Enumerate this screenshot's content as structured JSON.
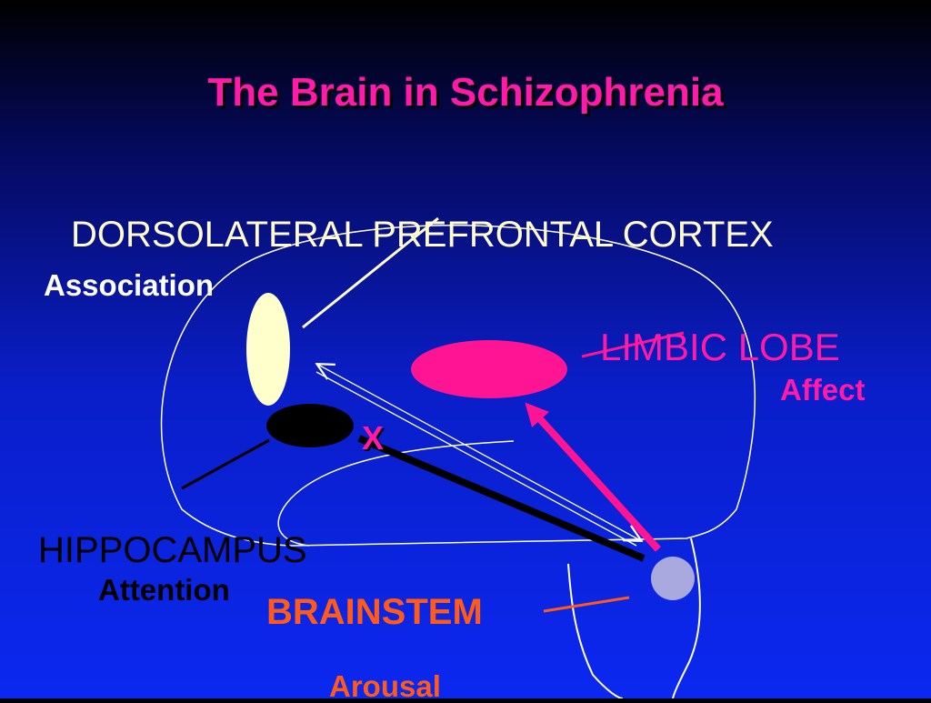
{
  "slide": {
    "title": "The Brain in Schizophrenia",
    "labels": {
      "dlpfc": "DORSOLATERAL PREFRONTAL CORTEX",
      "association": "Association",
      "limbic_lobe": "LIMBIC LOBE",
      "affect": "Affect",
      "hippocampus": "HIPPOCAMPUS",
      "attention": "Attention",
      "brainstem": "BRAINSTEM",
      "arousal": "Arousal",
      "x_mark": "X"
    }
  },
  "colors": {
    "title": "#ff1aa8",
    "dlpfc_text": "#fffbcc",
    "association_text": "#ffffff",
    "limbic_text": "#ff1aa8",
    "affect_text": "#ff1aa8",
    "hippocampus_text": "#000000",
    "attention_text": "#000000",
    "brainstem_text": "#ff5a1a",
    "arousal_text": "#ff5a1a",
    "x_mark": "#ff1aa8",
    "dlpfc_region": "#ffffcc",
    "limbic_region": "#ff1493",
    "hippocampus_region": "#000000",
    "brainstem_region": "#a9a9e0",
    "outline": "#ffffff",
    "limbic_arrow": "#ff1493",
    "blocked_pathway": "#000000",
    "brainstem_pointer": "#ff5a1a"
  }
}
